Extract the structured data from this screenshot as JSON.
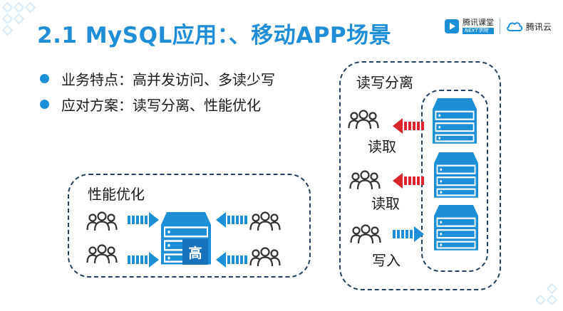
{
  "title": "2.1 MySQL应用：、移动APP场景",
  "brand": {
    "ketang_main": "腾讯课堂",
    "ketang_sub": "NEXT学院",
    "cloud": "腾讯云"
  },
  "bullets": [
    {
      "text": "业务特点：高并发访问、多读少写"
    },
    {
      "text": "应对方案：读写分离、性能优化"
    }
  ],
  "perf_box": {
    "label": "性能优化",
    "server_badge": "高"
  },
  "rw_box": {
    "label": "读写分离",
    "rows": [
      {
        "label": "读取"
      },
      {
        "label": "读取"
      },
      {
        "label": "写入"
      }
    ]
  },
  "colors": {
    "accent": "#1f8ed6",
    "server": "#1c8fd6",
    "dash": "#23415e",
    "read_arrow": "#d9252b",
    "write_arrow": "#1c8fd6"
  },
  "icons": {
    "users": "users-icon",
    "server": "server-stack-icon",
    "arrow_in": "striped-arrow-icon"
  }
}
